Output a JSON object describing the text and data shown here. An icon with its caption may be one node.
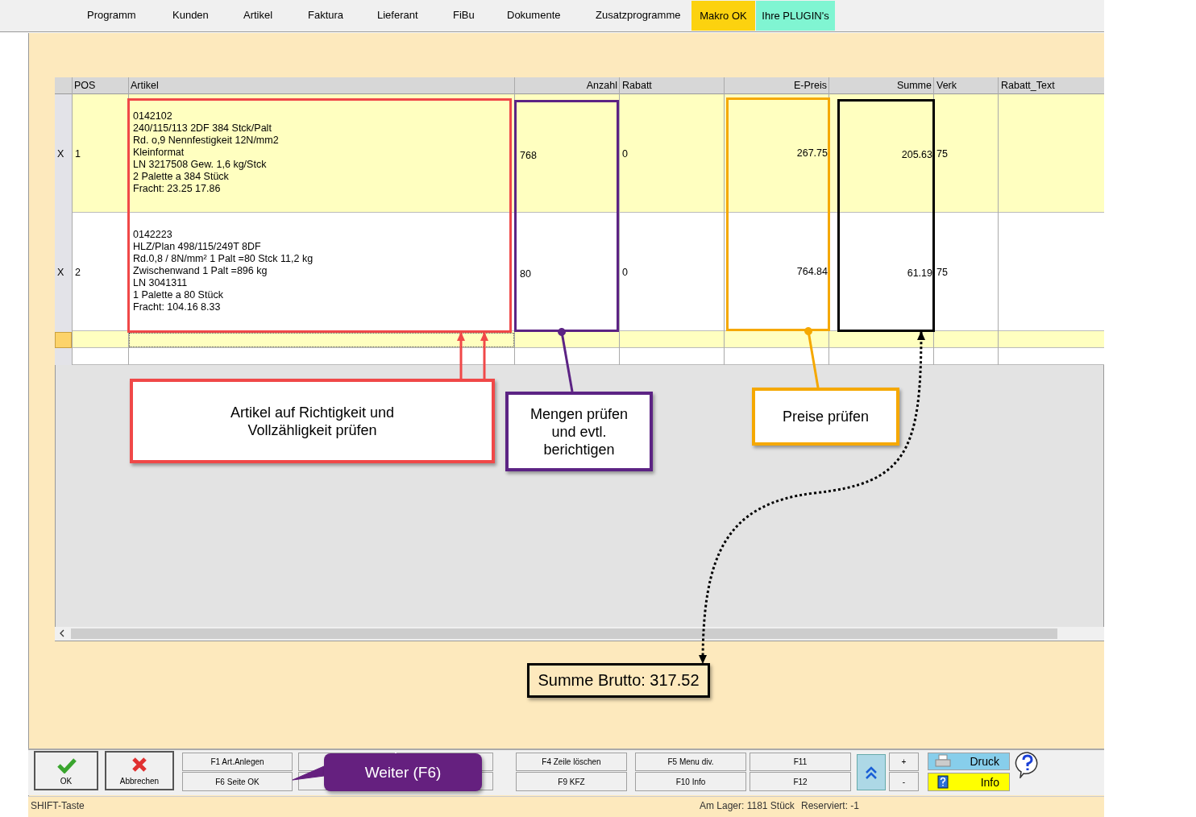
{
  "diagram": {
    "nodes": [
      {
        "text": [
          "0142102",
          "240/115/113 2DF 384 Stck/Palt",
          "Rd. o,9 Nennfestigkeit 12N/mm2",
          "Kleinformat",
          "LN 3217508 Gew. 1,6 kg/Stck",
          "2 Palette a 384 Stück",
          "Fracht: 23.25 17.86",
          "0142223",
          "HLZ/Plan 498/115/249T 8DF",
          "Rd.0,8 / 8N/mm² 1 Palt =80 Stck 11,2 kg",
          "Zwischenwand 1 Palt =896 kg",
          "LN 3041311",
          "1 Palette a 80 Stück",
          "Fracht: 104.16 8.33"
        ]
      },
      {
        "text": [
          "768",
          "80"
        ]
      },
      {
        "text": [
          "267.75",
          "764.84"
        ]
      },
      {
        "text": [
          "205.63",
          "61.19"
        ]
      },
      {
        "text": [
          "Artikel auf Richtigkeit und Vollzähligkeit prüfen"
        ]
      },
      {
        "text": [
          "Mengen prüfen und evtl. berichtigen"
        ]
      },
      {
        "text": [
          "Preise prüfen"
        ]
      },
      {
        "text": [
          "Summe Brutto: 317.52"
        ]
      },
      {
        "text": [
          "Weiter (F6)"
        ]
      },
      {
        "text": [
          "F6 Seite OK"
        ]
      }
    ],
    "edges": [
      {
        "from": 4,
        "to": 0,
        "arrow": "to",
        "color": "#f04848"
      },
      {
        "from": 4,
        "to": 0,
        "arrow": "to",
        "color": "#f04848"
      },
      {
        "from": 5,
        "to": 1,
        "arrow": "other",
        "color": "#5c2384"
      },
      {
        "from": 6,
        "to": 2,
        "arrow": "other",
        "color": "#f5a800"
      },
      {
        "from": 3,
        "to": 7,
        "arrow": "both",
        "style": "dashed",
        "color": "#000000"
      },
      {
        "from": 8,
        "to": 9,
        "arrow": "none",
        "color": "#65207f"
      }
    ],
    "labels": [
      "Programm",
      "Kunden",
      "Artikel",
      "Faktura",
      "Lieferant",
      "FiBu",
      "Dokumente",
      "Zusatzprogramme",
      "Makro OK",
      "Ihre PLUGIN's",
      "POS",
      "Artikel",
      "Anzahl",
      "Rabatt",
      "E-Preis",
      "Summe",
      "Verk",
      "Rabatt_Text",
      "X",
      "1",
      "0",
      "75",
      "X",
      "2",
      "0",
      "75",
      "OK",
      "Abbrechen",
      "F1 Art.Anlegen",
      "F4 Zeile löschen",
      "F5 Menu div.",
      "F11",
      "+",
      "Druck",
      "F9 KFZ",
      "F10 Info",
      "F12",
      "-",
      "Info",
      "SHIFT-Taste",
      "Am Lager: 1181 Stück",
      "Reserviert: -1"
    ]
  }
}
